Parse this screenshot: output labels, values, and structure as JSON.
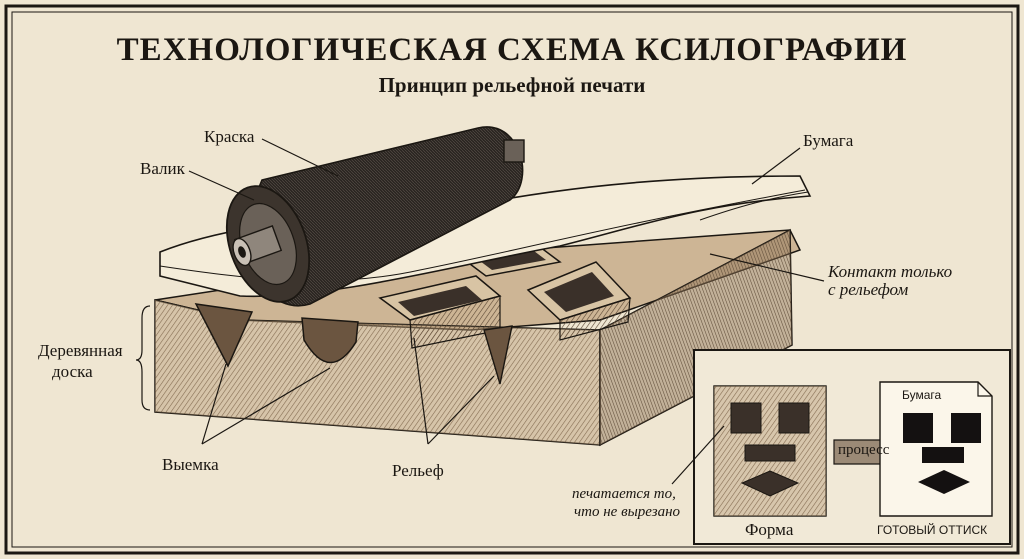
{
  "title": "ТЕХНОЛОГИЧЕСКАЯ СХЕМА КСИЛОГРАФИИ",
  "subtitle": "Принцип рельефной печати",
  "labels": {
    "ink": "Краска",
    "roller": "Валик",
    "paper": "Бумага",
    "contact_line1": "Контакт только",
    "contact_line2": "с рельефом",
    "board_line1": "Деревянная",
    "board_line2": "доска",
    "groove": "Выемка",
    "relief": "Рельеф"
  },
  "inset": {
    "paper": "Бумага",
    "process": "процесс",
    "note_line1": "печатается то,",
    "note_line2": "что не вырезано",
    "form": "Форма",
    "print": "ГОТОВЫЙ ОТТИСК"
  },
  "colors": {
    "background": "#efe6d2",
    "ink": "#1b1712",
    "wood": "#b89b78",
    "wood_dark": "#8c7255",
    "roller": "#2a2521",
    "paper": "#f4ecd9"
  }
}
